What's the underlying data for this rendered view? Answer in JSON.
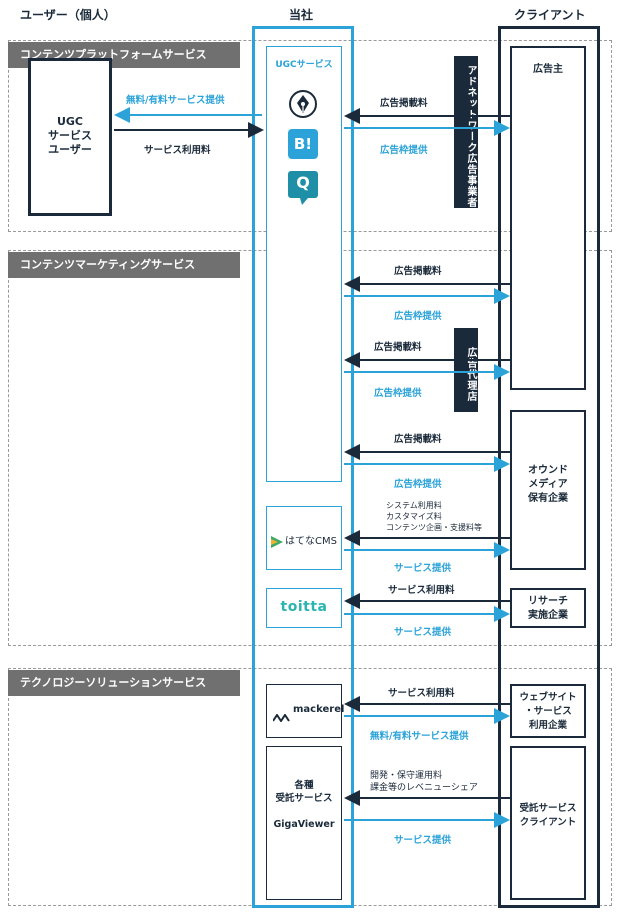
{
  "columns": {
    "user": "ユーザー（個人）",
    "company": "当社",
    "client": "クライアント"
  },
  "sections": {
    "platform": "コンテンツプラットフォームサービス",
    "marketing": "コンテンツマーケティングサービス",
    "technology": "テクノロジーソリューションサービス"
  },
  "ugc_user_box": "UGC\nサービス\nユーザー",
  "ugc_service_label": "UGCサービス",
  "icons": {
    "fountain_pen": "pen-nib-icon",
    "hatena_bookmark": "B!",
    "hatena_question": "Q"
  },
  "products": {
    "hatena_cms": "はてなCMS",
    "toitta": "toitta",
    "mackerel": "mackerel",
    "various": "各種\n受託サービス",
    "gigaviewer": "GigaViewer"
  },
  "clients": {
    "advertiser": "広告主",
    "owned_media": "オウンド\nメディア\n保有企業",
    "research": "リサーチ\n実施企業",
    "website": "ウェブサイト\n・サービス\n利用企業",
    "contract": "受託サービス\nクライアント"
  },
  "intermediaries": {
    "ad_network": "アドネットワーク広告事業者",
    "ad_agency": "広告代理店"
  },
  "flows": {
    "free_paid_1": "無料/有料サービス提供",
    "service_fee_1": "サービス利用料",
    "ad_fee_1": "広告掲載料",
    "ad_slot_1": "広告枠提供",
    "ad_fee_2": "広告掲載料",
    "ad_slot_2": "広告枠提供",
    "ad_fee_3": "広告掲載料",
    "ad_slot_3": "広告枠提供",
    "ad_fee_4": "広告掲載料",
    "ad_slot_4": "広告枠提供",
    "cms_fee": "システム利用料\nカスタマイズ料\nコンテンツ企画・支援料等",
    "service_provide_1": "サービス提供",
    "service_fee_2": "サービス利用料",
    "service_provide_2": "サービス提供",
    "service_fee_3": "サービス利用料",
    "free_paid_2": "無料/有料サービス提供",
    "dev_fee": "開発・保守運用料\n課金等のレベニューシェア",
    "service_provide_3": "サービス提供"
  },
  "colors": {
    "accent_blue": "#2ba3d8",
    "navy": "#1b2a3b",
    "label_gray": "#707070"
  }
}
